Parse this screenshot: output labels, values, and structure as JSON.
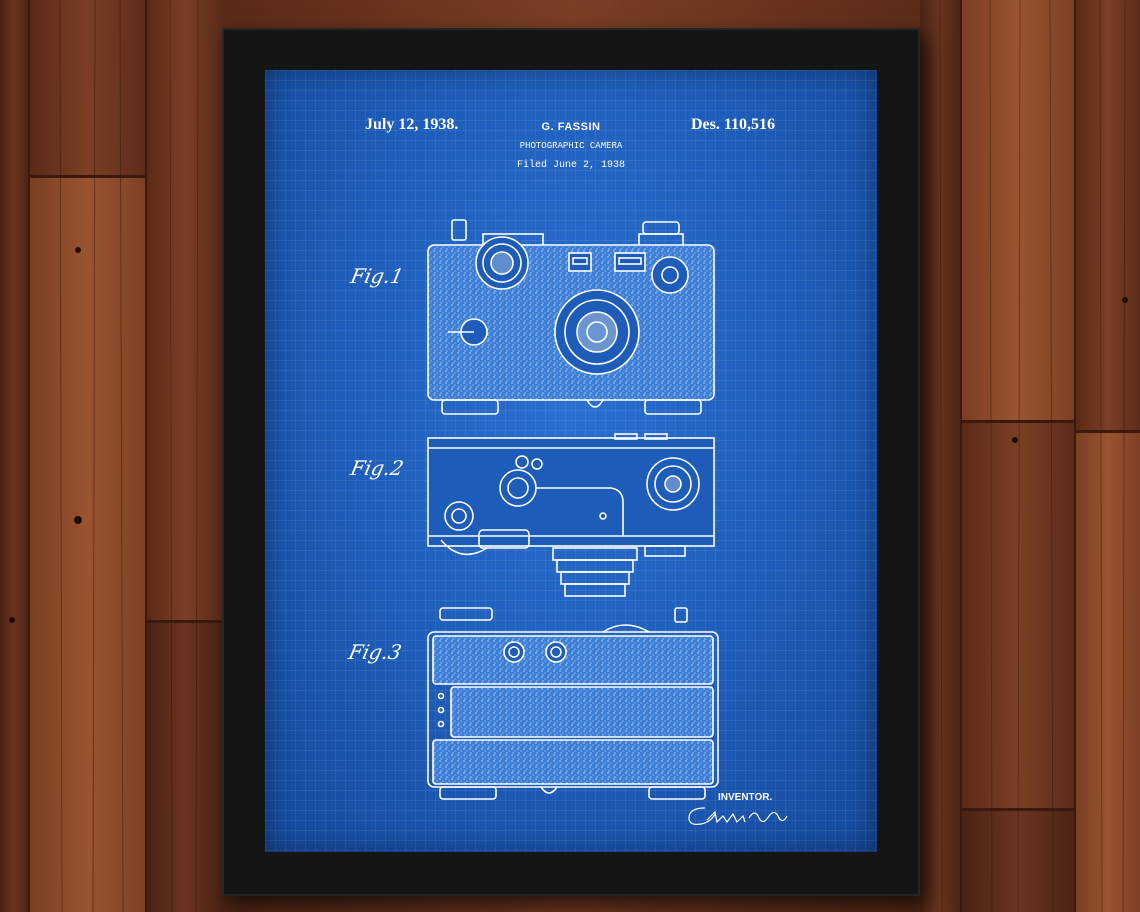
{
  "poster": {
    "date": "July 12, 1938.",
    "inventor_name": "G. FASSIN",
    "title": "PHOTOGRAPHIC CAMERA",
    "filed": "Filed June 2, 1938",
    "design_number": "Des. 110,516",
    "figures": [
      "Fig.1",
      "Fig.2",
      "Fig.3"
    ],
    "inventor_label": "INVENTOR.",
    "signature": "Gustave Fassin"
  },
  "colors": {
    "blueprint": "#1d5cb8",
    "frame": "#151515",
    "wood": "#6b3520",
    "ink": "#ffffff"
  }
}
